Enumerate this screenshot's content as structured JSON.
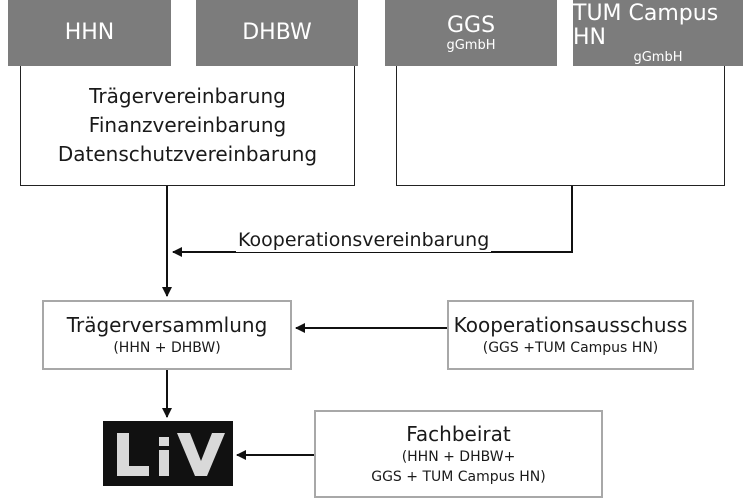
{
  "institutions": [
    {
      "name": "HHN",
      "sub": ""
    },
    {
      "name": "DHBW",
      "sub": ""
    },
    {
      "name": "GGS",
      "sub": "gGmbH"
    },
    {
      "name": "TUM Campus HN",
      "sub": "gGmbH"
    }
  ],
  "agreements": [
    "Trägervereinbarung",
    "Finanzvereinbarung",
    "Datenschutzvereinbarung"
  ],
  "cooperation_agreement": "Kooperationsvereinbarung",
  "traegerversammlung": {
    "title": "Trägerversammlung",
    "members": "(HHN + DHBW)"
  },
  "kooperationsausschuss": {
    "title": "Kooperationsausschuss",
    "members": "(GGS +TUM Campus HN)"
  },
  "fachbeirat": {
    "title": "Fachbeirat",
    "members_line1": "(HHN + DHBW+",
    "members_line2": "GGS + TUM Campus HN)"
  },
  "logo_text": "LiV",
  "colors": {
    "header_bg": "#7c7c7c",
    "header_text": "#ffffff",
    "box_border": "#a8a8a8",
    "logo_bg": "#111111",
    "logo_letters": "#d9d9d9"
  }
}
